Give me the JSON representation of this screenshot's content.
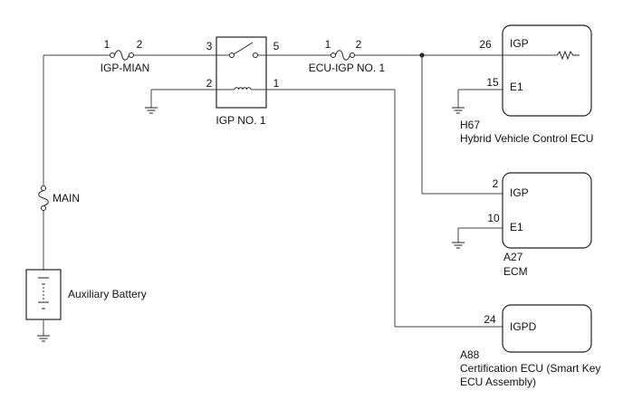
{
  "fuses": {
    "igp_main": {
      "label": "IGP-MIAN",
      "pin1": "1",
      "pin2": "2"
    },
    "ecu_igp": {
      "label": "ECU-IGP NO. 1",
      "pin1": "1",
      "pin2": "2"
    },
    "main": {
      "label": "MAIN"
    }
  },
  "relay": {
    "label": "IGP NO. 1",
    "pins": {
      "p3": "3",
      "p5": "5",
      "p2": "2",
      "p1": "1"
    }
  },
  "battery": {
    "label": "Auxiliary Battery"
  },
  "ecus": {
    "h67": {
      "code": "H67",
      "name": "Hybrid Vehicle Control ECU",
      "terminals": [
        {
          "pin": "26",
          "name": "IGP"
        },
        {
          "pin": "15",
          "name": "E1"
        }
      ]
    },
    "a27": {
      "code": "A27",
      "name": "ECM",
      "terminals": [
        {
          "pin": "2",
          "name": "IGP"
        },
        {
          "pin": "10",
          "name": "E1"
        }
      ]
    },
    "a88": {
      "code": "A88",
      "name_line1": "Certification ECU (Smart Key",
      "name_line2": "ECU Assembly)",
      "terminals": [
        {
          "pin": "24",
          "name": "IGPD"
        }
      ]
    }
  }
}
